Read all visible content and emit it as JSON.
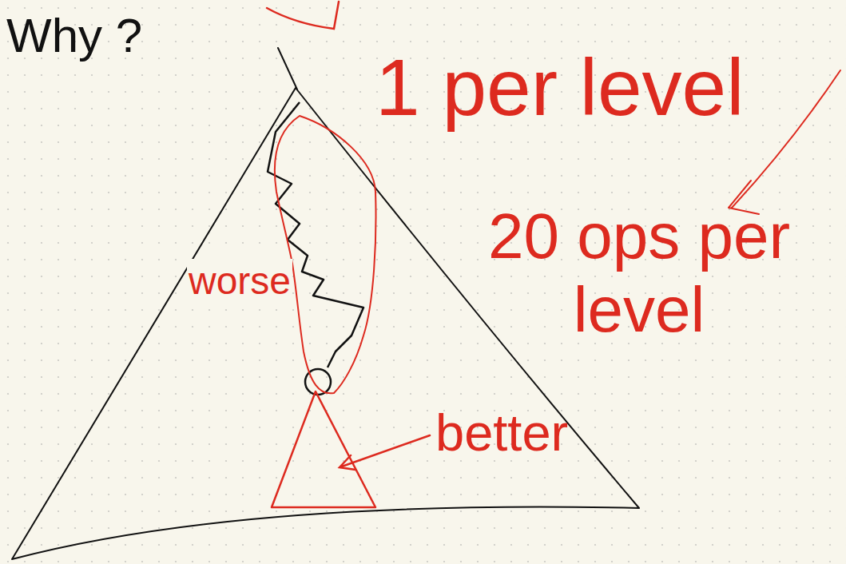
{
  "diagram": {
    "labels": [
      "Why ?",
      "1 per level",
      "20 ops per level",
      "worse",
      "better"
    ]
  }
}
